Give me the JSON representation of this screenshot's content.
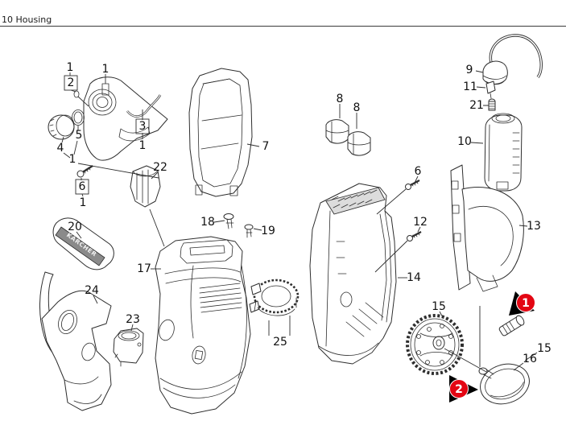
{
  "header": {
    "title": "10 Housing"
  },
  "diagram": {
    "brand_plate_text": "KÄRCHER",
    "callouts": [
      {
        "part": "1"
      },
      {
        "part": "2"
      },
      {
        "part": "1"
      },
      {
        "part": "3"
      },
      {
        "part": "1"
      },
      {
        "part": "4"
      },
      {
        "part": "5"
      },
      {
        "part": "1"
      },
      {
        "part": "6"
      },
      {
        "part": "1"
      },
      {
        "part": "7"
      },
      {
        "part": "8"
      },
      {
        "part": "8"
      },
      {
        "part": "9"
      },
      {
        "part": "11"
      },
      {
        "part": "21"
      },
      {
        "part": "10"
      },
      {
        "part": "6"
      },
      {
        "part": "12"
      },
      {
        "part": "13"
      },
      {
        "part": "14"
      },
      {
        "part": "22"
      },
      {
        "part": "18"
      },
      {
        "part": "19"
      },
      {
        "part": "20"
      },
      {
        "part": "17"
      },
      {
        "part": "24"
      },
      {
        "part": "23"
      },
      {
        "part": "25"
      },
      {
        "part": "15"
      },
      {
        "part": "15"
      },
      {
        "part": "16"
      }
    ],
    "selection_badges": [
      {
        "label": "1"
      },
      {
        "label": "2"
      }
    ],
    "colors": {
      "line": "#2e2e2e",
      "badge_red": "#e30613",
      "badge_arrow": "#000000",
      "plate_fill": "#8a8a8a"
    }
  }
}
